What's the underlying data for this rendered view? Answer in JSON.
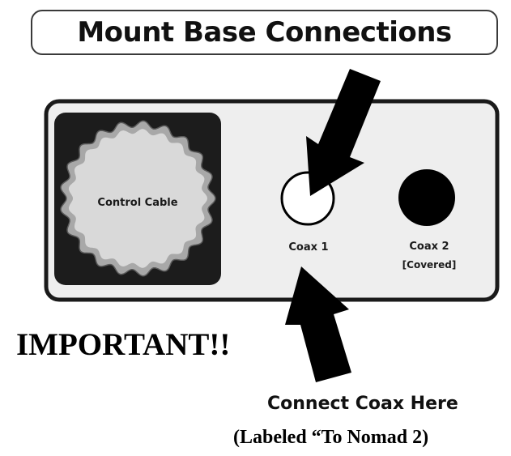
{
  "title": "Mount Base Connections",
  "panel": {
    "control_cable_label": "Control Cable",
    "coax1_label": "Coax 1",
    "coax2_label": "Coax 2",
    "coax2_sublabel": "[Covered]"
  },
  "notes": {
    "important": "IMPORTANT!!",
    "connect_here": "Connect Coax Here",
    "labeled": "(Labeled “To Nomad 2)"
  },
  "colors": {
    "panel_fill": "#eeeeee",
    "outline": "#1a1a1a",
    "cable_box": "#1c1c1c",
    "cable_connector": "#d9d9d9",
    "coax1_fill": "#ffffff",
    "coax2_fill": "#000000",
    "arrow": "#000000"
  },
  "icons": {
    "arrow_top": "arrow-pointing-to-coax-1",
    "arrow_bottom": "arrow-pointing-to-coax-1"
  }
}
